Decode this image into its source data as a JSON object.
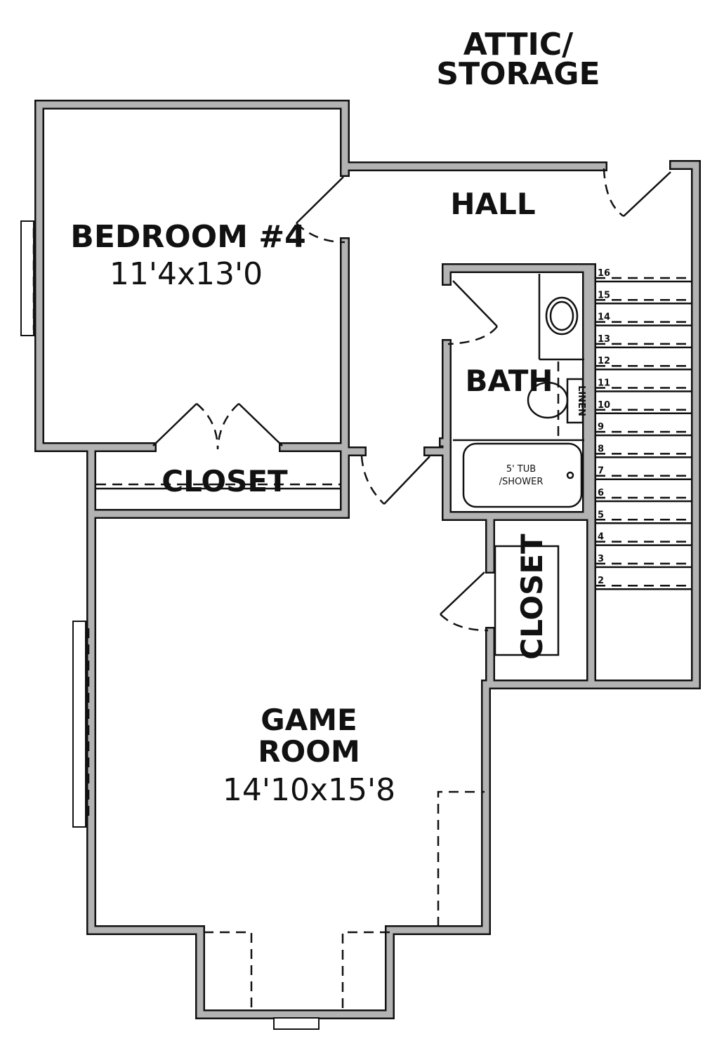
{
  "rooms": {
    "attic": {
      "line1": "ATTIC/",
      "line2": "STORAGE"
    },
    "hall": {
      "name": "HALL"
    },
    "bedroom": {
      "name": "BEDROOM #4",
      "size": "11'4x13'0"
    },
    "bedroom_closet": {
      "name": "CLOSET"
    },
    "bath": {
      "name": "BATH",
      "linen": "LINEN",
      "tub_line1": "5' TUB",
      "tub_line2": "/SHOWER"
    },
    "hall_closet": {
      "name": "CLOSET"
    },
    "game_room": {
      "line1": "GAME",
      "line2": "ROOM",
      "size": "14'10x15'8"
    }
  },
  "stairs": {
    "steps": [
      "16",
      "15",
      "14",
      "13",
      "12",
      "11",
      "10",
      "9",
      "8",
      "7",
      "6",
      "5",
      "4",
      "3",
      "2"
    ]
  }
}
